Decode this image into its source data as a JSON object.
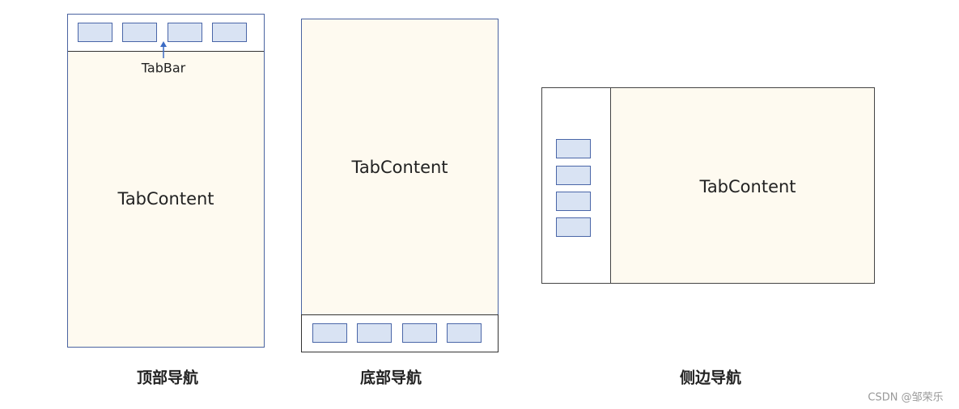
{
  "top_nav": {
    "content_label": "TabContent",
    "tabbar_label": "TabBar",
    "caption": "顶部导航",
    "tab_count": 4
  },
  "bottom_nav": {
    "content_label": "TabContent",
    "caption": "底部导航",
    "tab_count": 4
  },
  "side_nav": {
    "content_label": "TabContent",
    "caption": "侧边导航",
    "tab_count": 4
  },
  "watermark": "CSDN @邹荣乐",
  "colors": {
    "content_bg": "#fefaf0",
    "tab_fill": "#d9e3f3",
    "tab_border": "#4a66a8",
    "arrow": "#3b6bc4"
  }
}
